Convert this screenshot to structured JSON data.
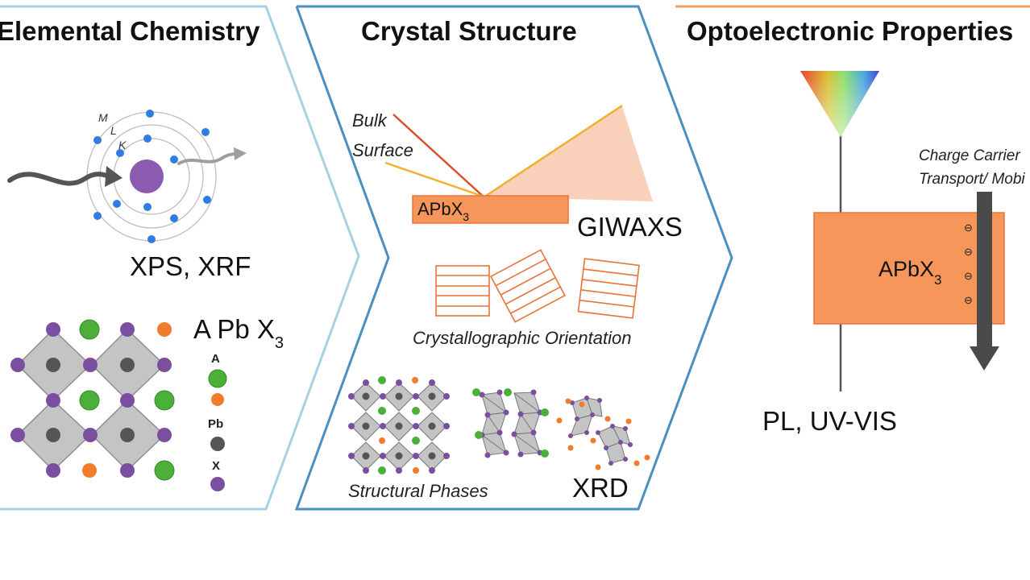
{
  "panels": {
    "elemental": {
      "title": "Elemental Chemistry",
      "shell_labels": [
        "M",
        "L",
        "K"
      ],
      "techniques": "XPS, XRF",
      "formula": {
        "main": "A Pb X",
        "sub": "3"
      },
      "legend": [
        {
          "label": "A",
          "colors": [
            "#4caf3a",
            "#f07c2c"
          ]
        },
        {
          "label": "Pb",
          "colors": [
            "#555555"
          ]
        },
        {
          "label": "X",
          "colors": [
            "#7a4fa0"
          ]
        }
      ]
    },
    "crystal": {
      "title": "Crystal Structure",
      "beam_labels": {
        "bulk": "Bulk",
        "surface": "Surface"
      },
      "sample": {
        "main": "APbX",
        "sub": "3"
      },
      "technique_top": "GIWAXS",
      "orientation_label": "Crystallographic Orientation",
      "phases_label": "Structural Phases",
      "technique_bottom": "XRD"
    },
    "opto": {
      "title": "Optoelectronic Properties",
      "transport_label_lines": [
        "Charge Carrier",
        "Transport/ Mobi"
      ],
      "sample": {
        "main": "APbX",
        "sub": "3"
      },
      "carrier_symbol": "⊖",
      "techniques": "PL, UV-VIS"
    }
  },
  "colors": {
    "panel1_border": "#a9cfe3",
    "panel2_border": "#4a8fbd",
    "panel3_border": "#f0a060",
    "orange_fill": "#f7965a",
    "orange_line": "#e8733a",
    "purple": "#7a4fa0",
    "green": "#4caf3a",
    "gray_oct": "#c4c4c4",
    "dark_atom": "#555555",
    "electron": "#2f7de1"
  },
  "icons": [
    "atom-shell-icon",
    "incoming-xray-arrow-icon",
    "outgoing-photoelectron-arrow-icon",
    "rainbow-light-cone-icon",
    "downward-transport-arrow-icon"
  ]
}
